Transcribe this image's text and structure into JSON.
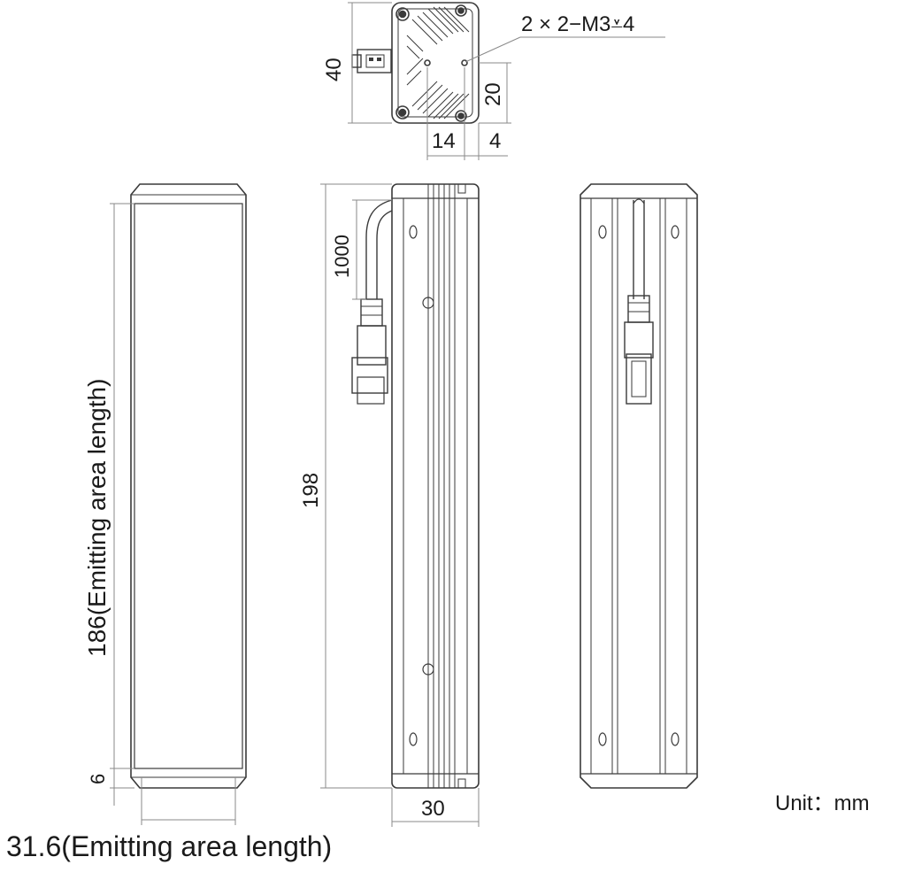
{
  "labels": {
    "top_height": "40",
    "top_mid_height": "20",
    "top_width_14": "14",
    "top_width_4": "4",
    "screw_spec": "2 × 2−M3⩡4",
    "cable_length": "1000",
    "total_length": "198",
    "emitting_length": "186(Emitting area length)",
    "end_offset": "6",
    "side_width": "30",
    "emitting_width": "31.6(Emitting area length)",
    "unit": "Unit：mm"
  },
  "colors": {
    "line": "#3a3a3a",
    "dim": "#8a8a8a",
    "text": "#1a1a1a"
  }
}
